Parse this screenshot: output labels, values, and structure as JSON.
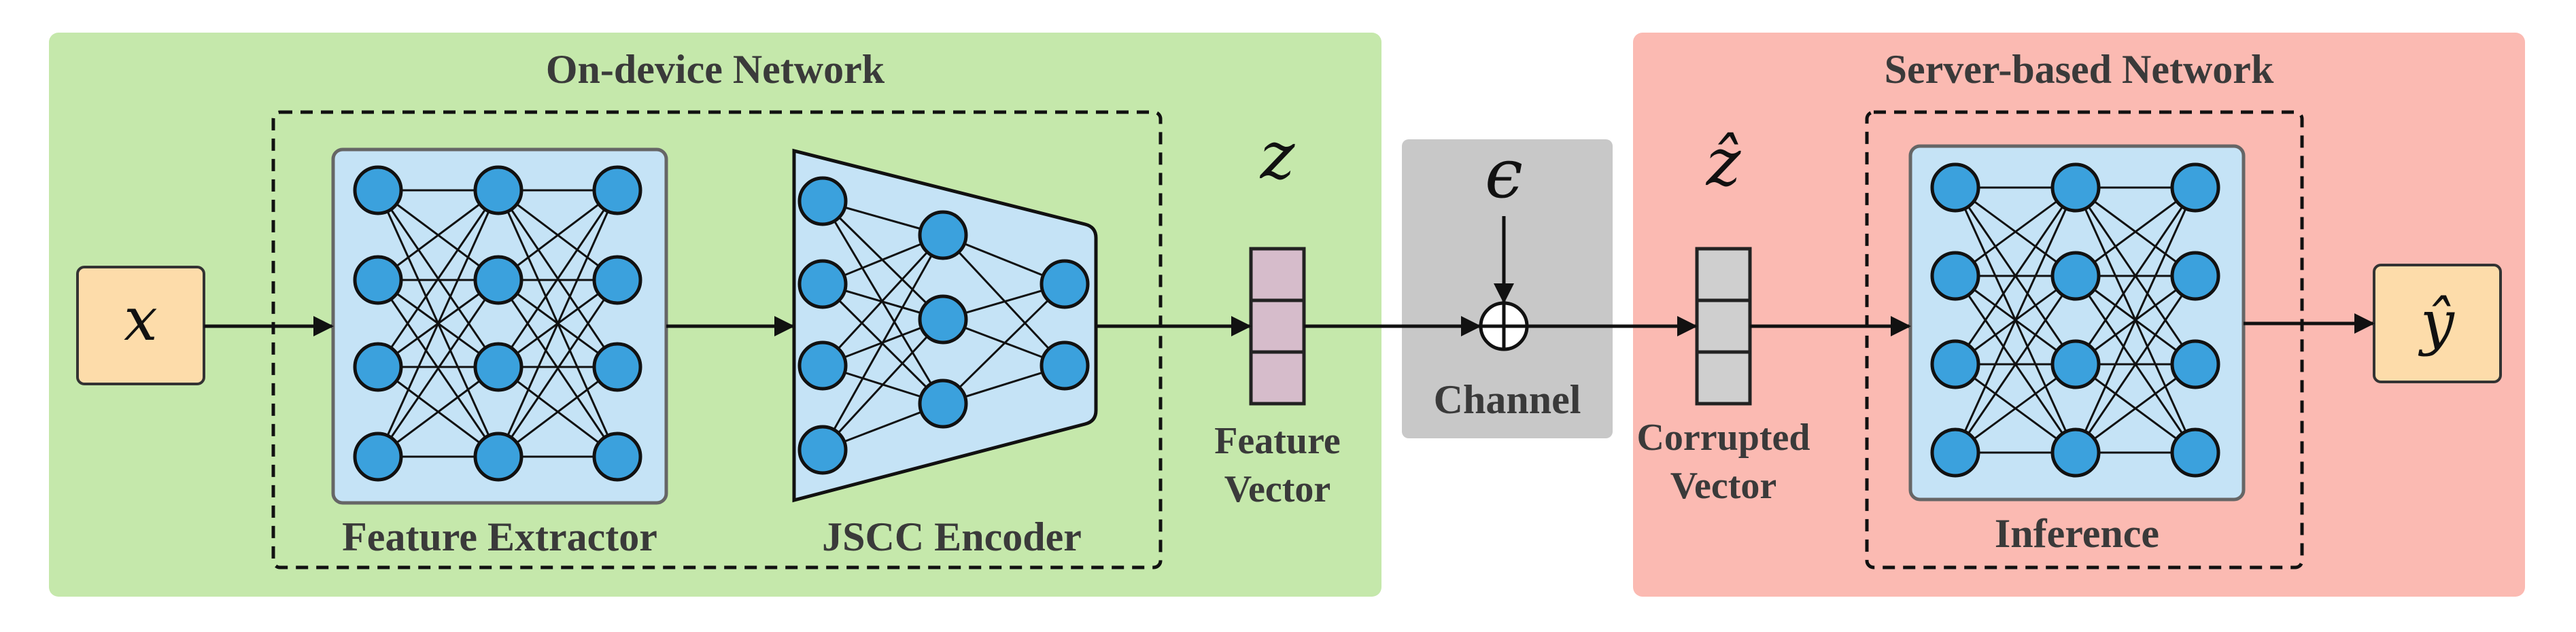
{
  "title_on_device": "On-device Network",
  "title_server": "Server-based Network",
  "label_feature_extractor": "Feature Extractor",
  "label_jscc_encoder": "JSCC Encoder",
  "label_feature_vector_line1": "Feature",
  "label_feature_vector_line2": "Vector",
  "label_channel": "Channel",
  "label_corrupted_line1": "Corrupted",
  "label_corrupted_line2": "Vector",
  "label_inference": "Inference",
  "sym_input": "x",
  "sym_z": "z",
  "sym_z_hat": "ẑ",
  "sym_epsilon": "ϵ",
  "sym_output": "ŷ",
  "colors": {
    "on_device_bg": "#c5e8ab",
    "server_bg": "#fbbab2",
    "channel_bg": "#c8c8c8",
    "io_box": "#fddcaa",
    "network_panel": "#c5e3f6",
    "node": "#3ba1dd",
    "feature_vector": "#d6bccb",
    "corrupted_vector": "#cfcfcf"
  }
}
